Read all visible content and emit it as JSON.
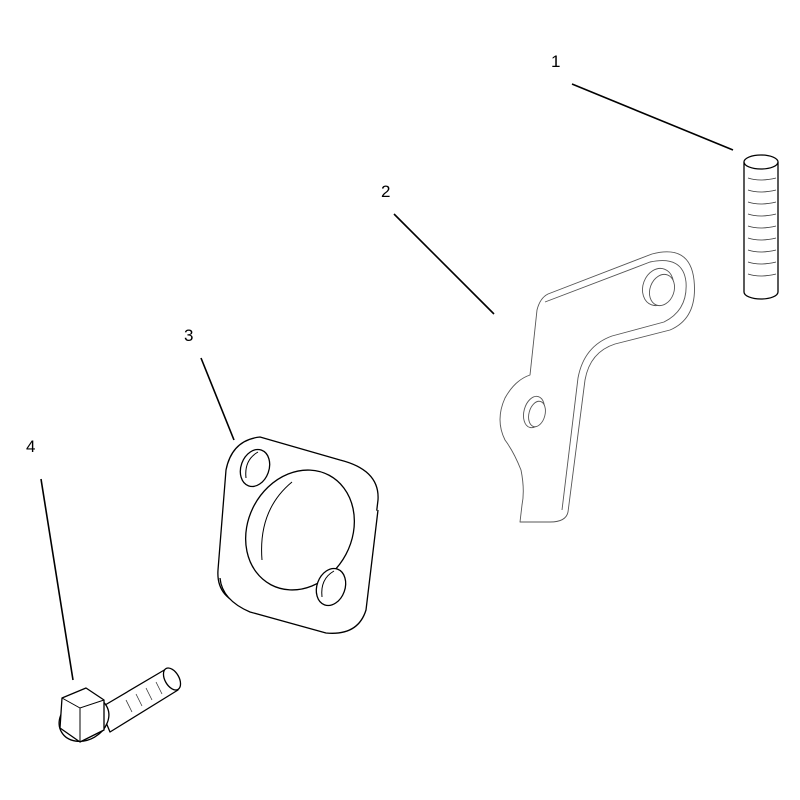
{
  "callouts": [
    {
      "id": "pin",
      "label": "1"
    },
    {
      "id": "bracket",
      "label": "2"
    },
    {
      "id": "flange",
      "label": "3"
    },
    {
      "id": "bolt",
      "label": "4"
    }
  ],
  "colors": {
    "line": "#000000",
    "background": "#ffffff"
  }
}
